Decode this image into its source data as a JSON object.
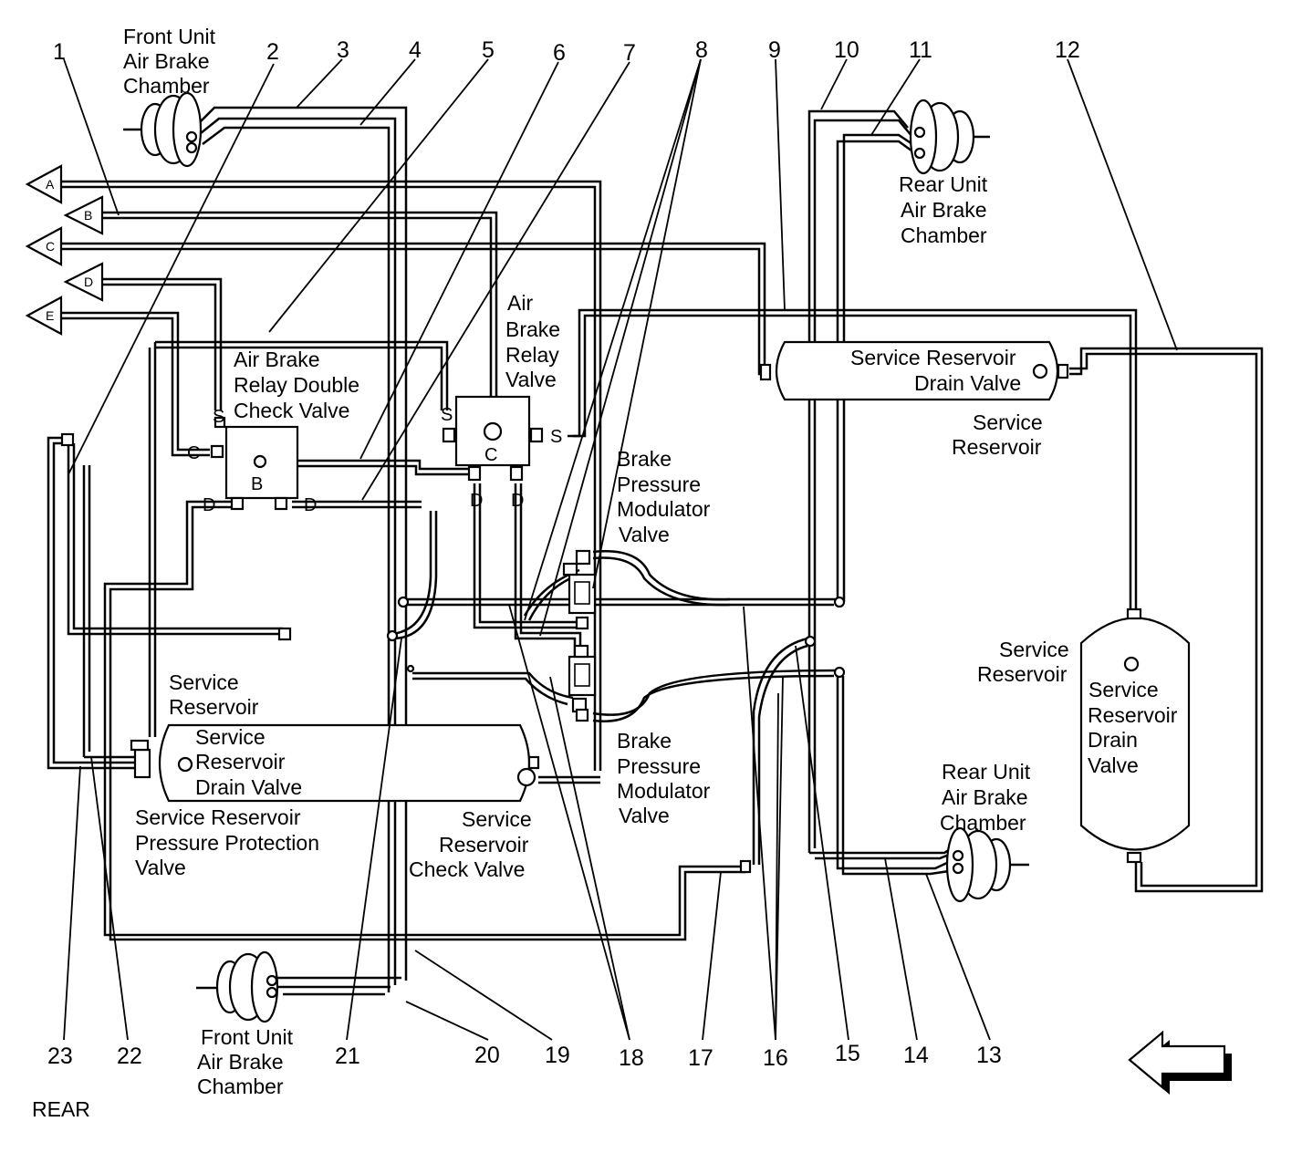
{
  "callouts": [
    "1",
    "2",
    "3",
    "4",
    "5",
    "6",
    "7",
    "8",
    "9",
    "10",
    "11",
    "12",
    "13",
    "14",
    "15",
    "16",
    "17",
    "18",
    "19",
    "20",
    "21",
    "22",
    "23"
  ],
  "connectors": [
    "A",
    "B",
    "C",
    "D",
    "E"
  ],
  "labels": {
    "front_chamber_top": [
      "Front Unit",
      "Air Brake",
      "Chamber"
    ],
    "front_chamber_bottom": [
      "Front Unit",
      "Air Brake",
      "Chamber"
    ],
    "rear_chamber_top": [
      "Rear Unit",
      "Air Brake",
      "Chamber"
    ],
    "rear_chamber_bottom": [
      "Rear Unit",
      "Air Brake",
      "Chamber"
    ],
    "relay_double_check": [
      "Air Brake",
      "Relay Double",
      "Check Valve"
    ],
    "relay_valve": [
      "Air",
      "Brake",
      "Relay",
      "Valve"
    ],
    "modulator_top": [
      "Brake",
      "Pressure",
      "Modulator",
      "Valve"
    ],
    "modulator_bottom": [
      "Brake",
      "Pressure",
      "Modulator",
      "Valve"
    ],
    "reservoir_top_drain": [
      "Service Reservoir",
      "Drain Valve"
    ],
    "reservoir_top_name": [
      "Service",
      "Reservoir"
    ],
    "reservoir_right_name": [
      "Service",
      "Reservoir"
    ],
    "reservoir_right_drain": [
      "Service",
      "Reservoir",
      "Drain",
      "Valve"
    ],
    "reservoir_left_name": [
      "Service",
      "Reservoir"
    ],
    "reservoir_left_drain": [
      "Service",
      "Reservoir",
      "Drain Valve"
    ],
    "protection_valve": [
      "Service Reservoir",
      "Pressure Protection",
      "Valve"
    ],
    "check_valve": [
      "Service",
      "Reservoir",
      "Check Valve"
    ]
  },
  "port_letters": {
    "dcv_s": "S",
    "dcv_c": "C",
    "dcv_b": "B",
    "dcv_d1": "D",
    "dcv_d2": "D",
    "rv_s_left": "S",
    "rv_s_right": "S",
    "rv_c": "C",
    "rv_d1": "D",
    "rv_d2": "D"
  },
  "view_label": "REAR"
}
